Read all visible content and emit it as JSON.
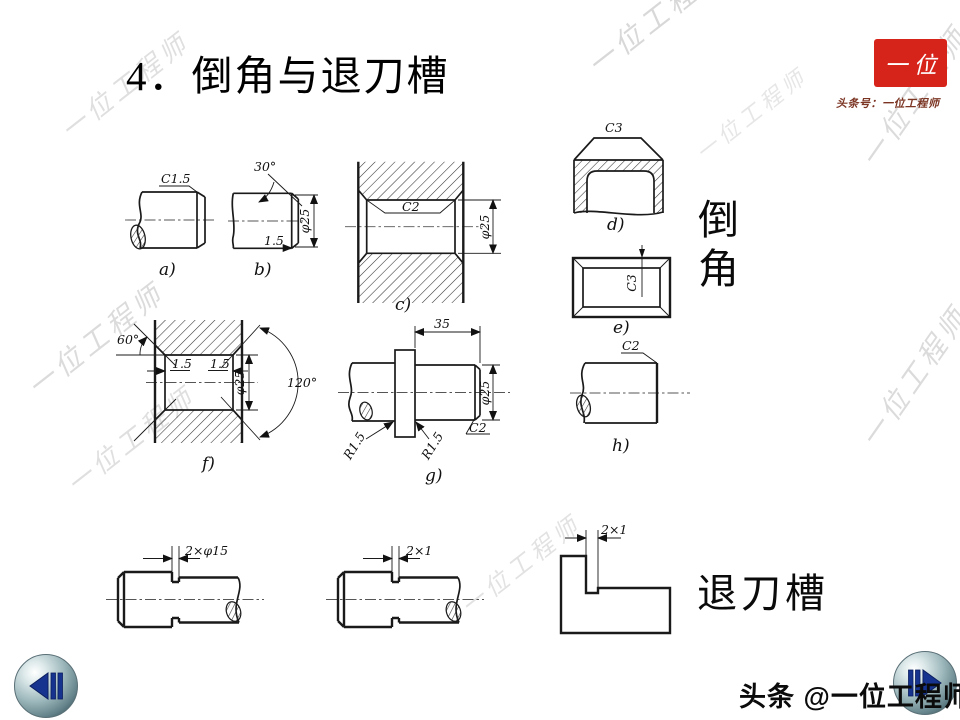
{
  "slide": {
    "title": "4．倒角与退刀槽",
    "chamfer_label": "倒角",
    "undercut_label": "退刀槽",
    "footer": "头条 @一位工程师",
    "watermark": "一位工程师"
  },
  "logo": {
    "name": "一位",
    "caption": "头条号：一位工程师",
    "bg_color": "#d7241b"
  },
  "icons": {
    "prev": "prev-slide-icon",
    "next": "next-slide-icon"
  },
  "figures": {
    "a": {
      "label": "a)",
      "chamfer": "C1.5"
    },
    "b": {
      "label": "b)",
      "angle": "30°",
      "depth": "1.5",
      "diameter": "φ25"
    },
    "c": {
      "label": "c)",
      "chamfer": "C2",
      "diameter": "φ25"
    },
    "d": {
      "label": "d)",
      "chamfer": "C3"
    },
    "e": {
      "label": "e)",
      "chamfer": "C3"
    },
    "f": {
      "label": "f)",
      "angle_left": "60°",
      "depth_left": "1.5",
      "depth_right": "1.5",
      "diameter": "φ25",
      "angle_right": "120°"
    },
    "g": {
      "label": "g)",
      "length": "35",
      "diameter": "φ25",
      "fillet_left": "R1.5",
      "fillet_right": "R1.5",
      "chamfer": "C2"
    },
    "h": {
      "label": "h)",
      "chamfer": "C2"
    },
    "u1": {
      "dimension": "2×φ15"
    },
    "u2": {
      "dimension": "2×1"
    },
    "u3": {
      "dimension": "2×1"
    }
  }
}
